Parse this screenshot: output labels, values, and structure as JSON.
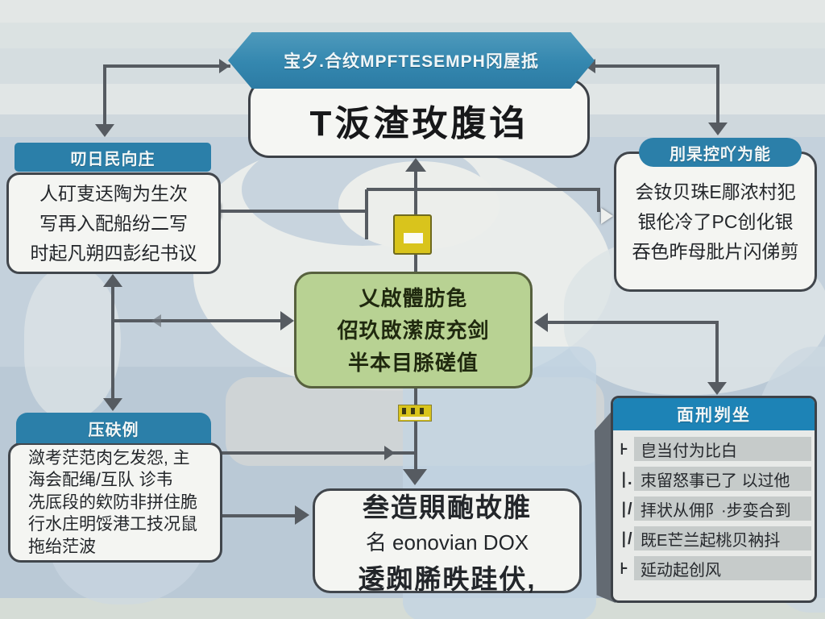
{
  "banner": {
    "tag": "宝夕.合纹MPFTESEMPH冈屋抵",
    "title": "T汳渣玫腹诌"
  },
  "boxes": {
    "top_left": {
      "header": "叨日民向庄",
      "lines": [
        "人矴叓迗陶为生次",
        "写再入配船纷二写",
        "时起凡朔四彭纪书议"
      ]
    },
    "top_right": {
      "header": "刖杲控吖为能",
      "lines": [
        "会钕贝珠E郮浓村犯",
        "银伦冷了PC创化银",
        "吞色昨母肶片闪俤剪"
      ]
    },
    "center": {
      "lines": [
        "乂啟體肪㲋",
        "佋玖敃潆庻充剑",
        "半本目脎磋值"
      ]
    },
    "bottom_left": {
      "header": "压砆例",
      "lines": [
        "潋考茫范肉乞发怨, 主",
        "海会配绳/互队 诊韦",
        "冼厎段的欸防非拼住脆",
        "行水庄明馁港工技况鼠",
        "拖绐茫波"
      ]
    },
    "bottom_center": {
      "lines": [
        "叁造賏靤故脽",
        "名 eonovian DOX",
        "逶踟脪昳跬伏,"
      ]
    },
    "bottom_right": {
      "header": "面刑刿坐",
      "items": [
        {
          "tick": "⊦",
          "label": "皀当付为比白"
        },
        {
          "tick": "∣.",
          "label": "朿留怒事已了 以过他"
        },
        {
          "tick": "∣/",
          "label": "拝状从佣阝·步娈合到"
        },
        {
          "tick": "∣/",
          "label": "既E芒兰起桃贝衲抖"
        },
        {
          "tick": "⊦",
          "label": "延动起创风"
        }
      ]
    }
  },
  "colors": {
    "background": "#c4d1dc",
    "banner_blue": "#3487af",
    "header_blue": "#2b7fa9",
    "panel_header_blue": "#1d83b6",
    "green_node": "#b8d293",
    "yellow_node": "#d9c41c",
    "connector_gray": "#565b61",
    "box_fill": "#f4f5f2"
  }
}
